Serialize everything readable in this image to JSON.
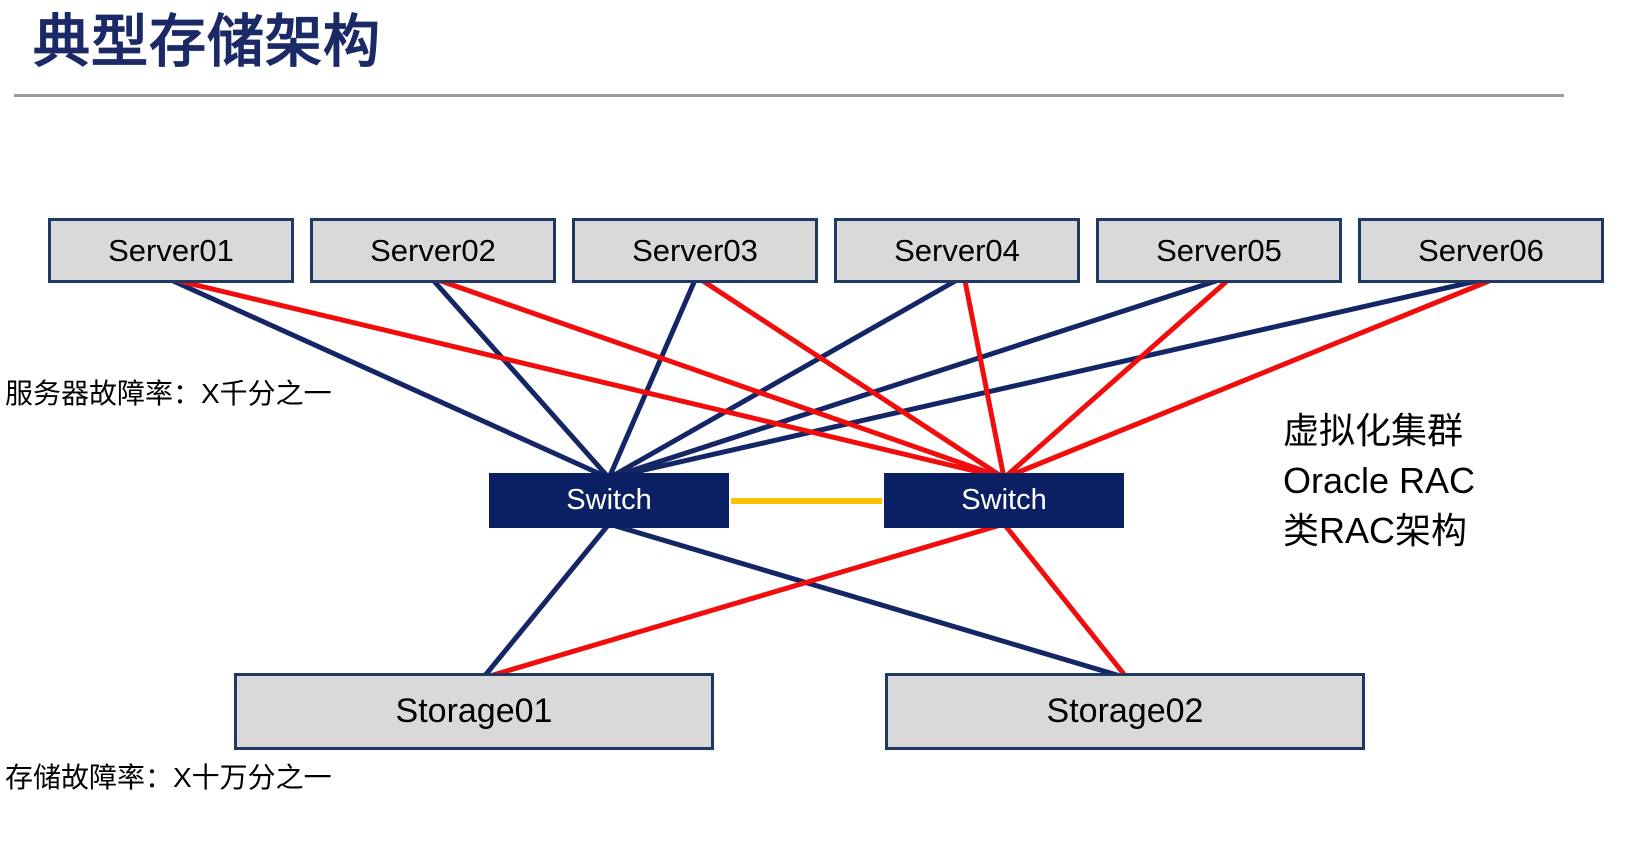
{
  "title": "典型存储架构",
  "annotations": {
    "server_failure_rate": "服务器故障率：X千分之一",
    "storage_failure_rate": "存储故障率：X十万分之一",
    "cluster_note": {
      "line1": "虚拟化集群",
      "line2": "Oracle RAC",
      "line3": "类RAC架构"
    }
  },
  "nodes": {
    "servers": [
      {
        "label": "Server01"
      },
      {
        "label": "Server02"
      },
      {
        "label": "Server03"
      },
      {
        "label": "Server04"
      },
      {
        "label": "Server05"
      },
      {
        "label": "Server06"
      }
    ],
    "switches": {
      "left": {
        "label": "Switch"
      },
      "right": {
        "label": "Switch"
      }
    },
    "storages": [
      {
        "label": "Storage01"
      },
      {
        "label": "Storage02"
      }
    ]
  },
  "connections": {
    "server_to_left_switch": [
      "Server01",
      "Server02",
      "Server03",
      "Server04",
      "Server05",
      "Server06"
    ],
    "server_to_right_switch": [
      "Server01",
      "Server02",
      "Server03",
      "Server04",
      "Server05",
      "Server06"
    ],
    "left_switch_to_storages": [
      "Storage01",
      "Storage02"
    ],
    "right_switch_to_storages": [
      "Storage01",
      "Storage02"
    ],
    "inter_switch_link": "Switch-Switch"
  },
  "colors": {
    "fabric_a": "#152666",
    "fabric_b": "#F20D0D",
    "isl": "#FFC000",
    "node_fill": "#D9D9D9",
    "node_border": "#1F3864",
    "switch_fill": "#0B2062",
    "switch_text": "#FFFFFF",
    "title": "#1B2A66",
    "divider": "#9A9A9A",
    "text": "#000000"
  }
}
